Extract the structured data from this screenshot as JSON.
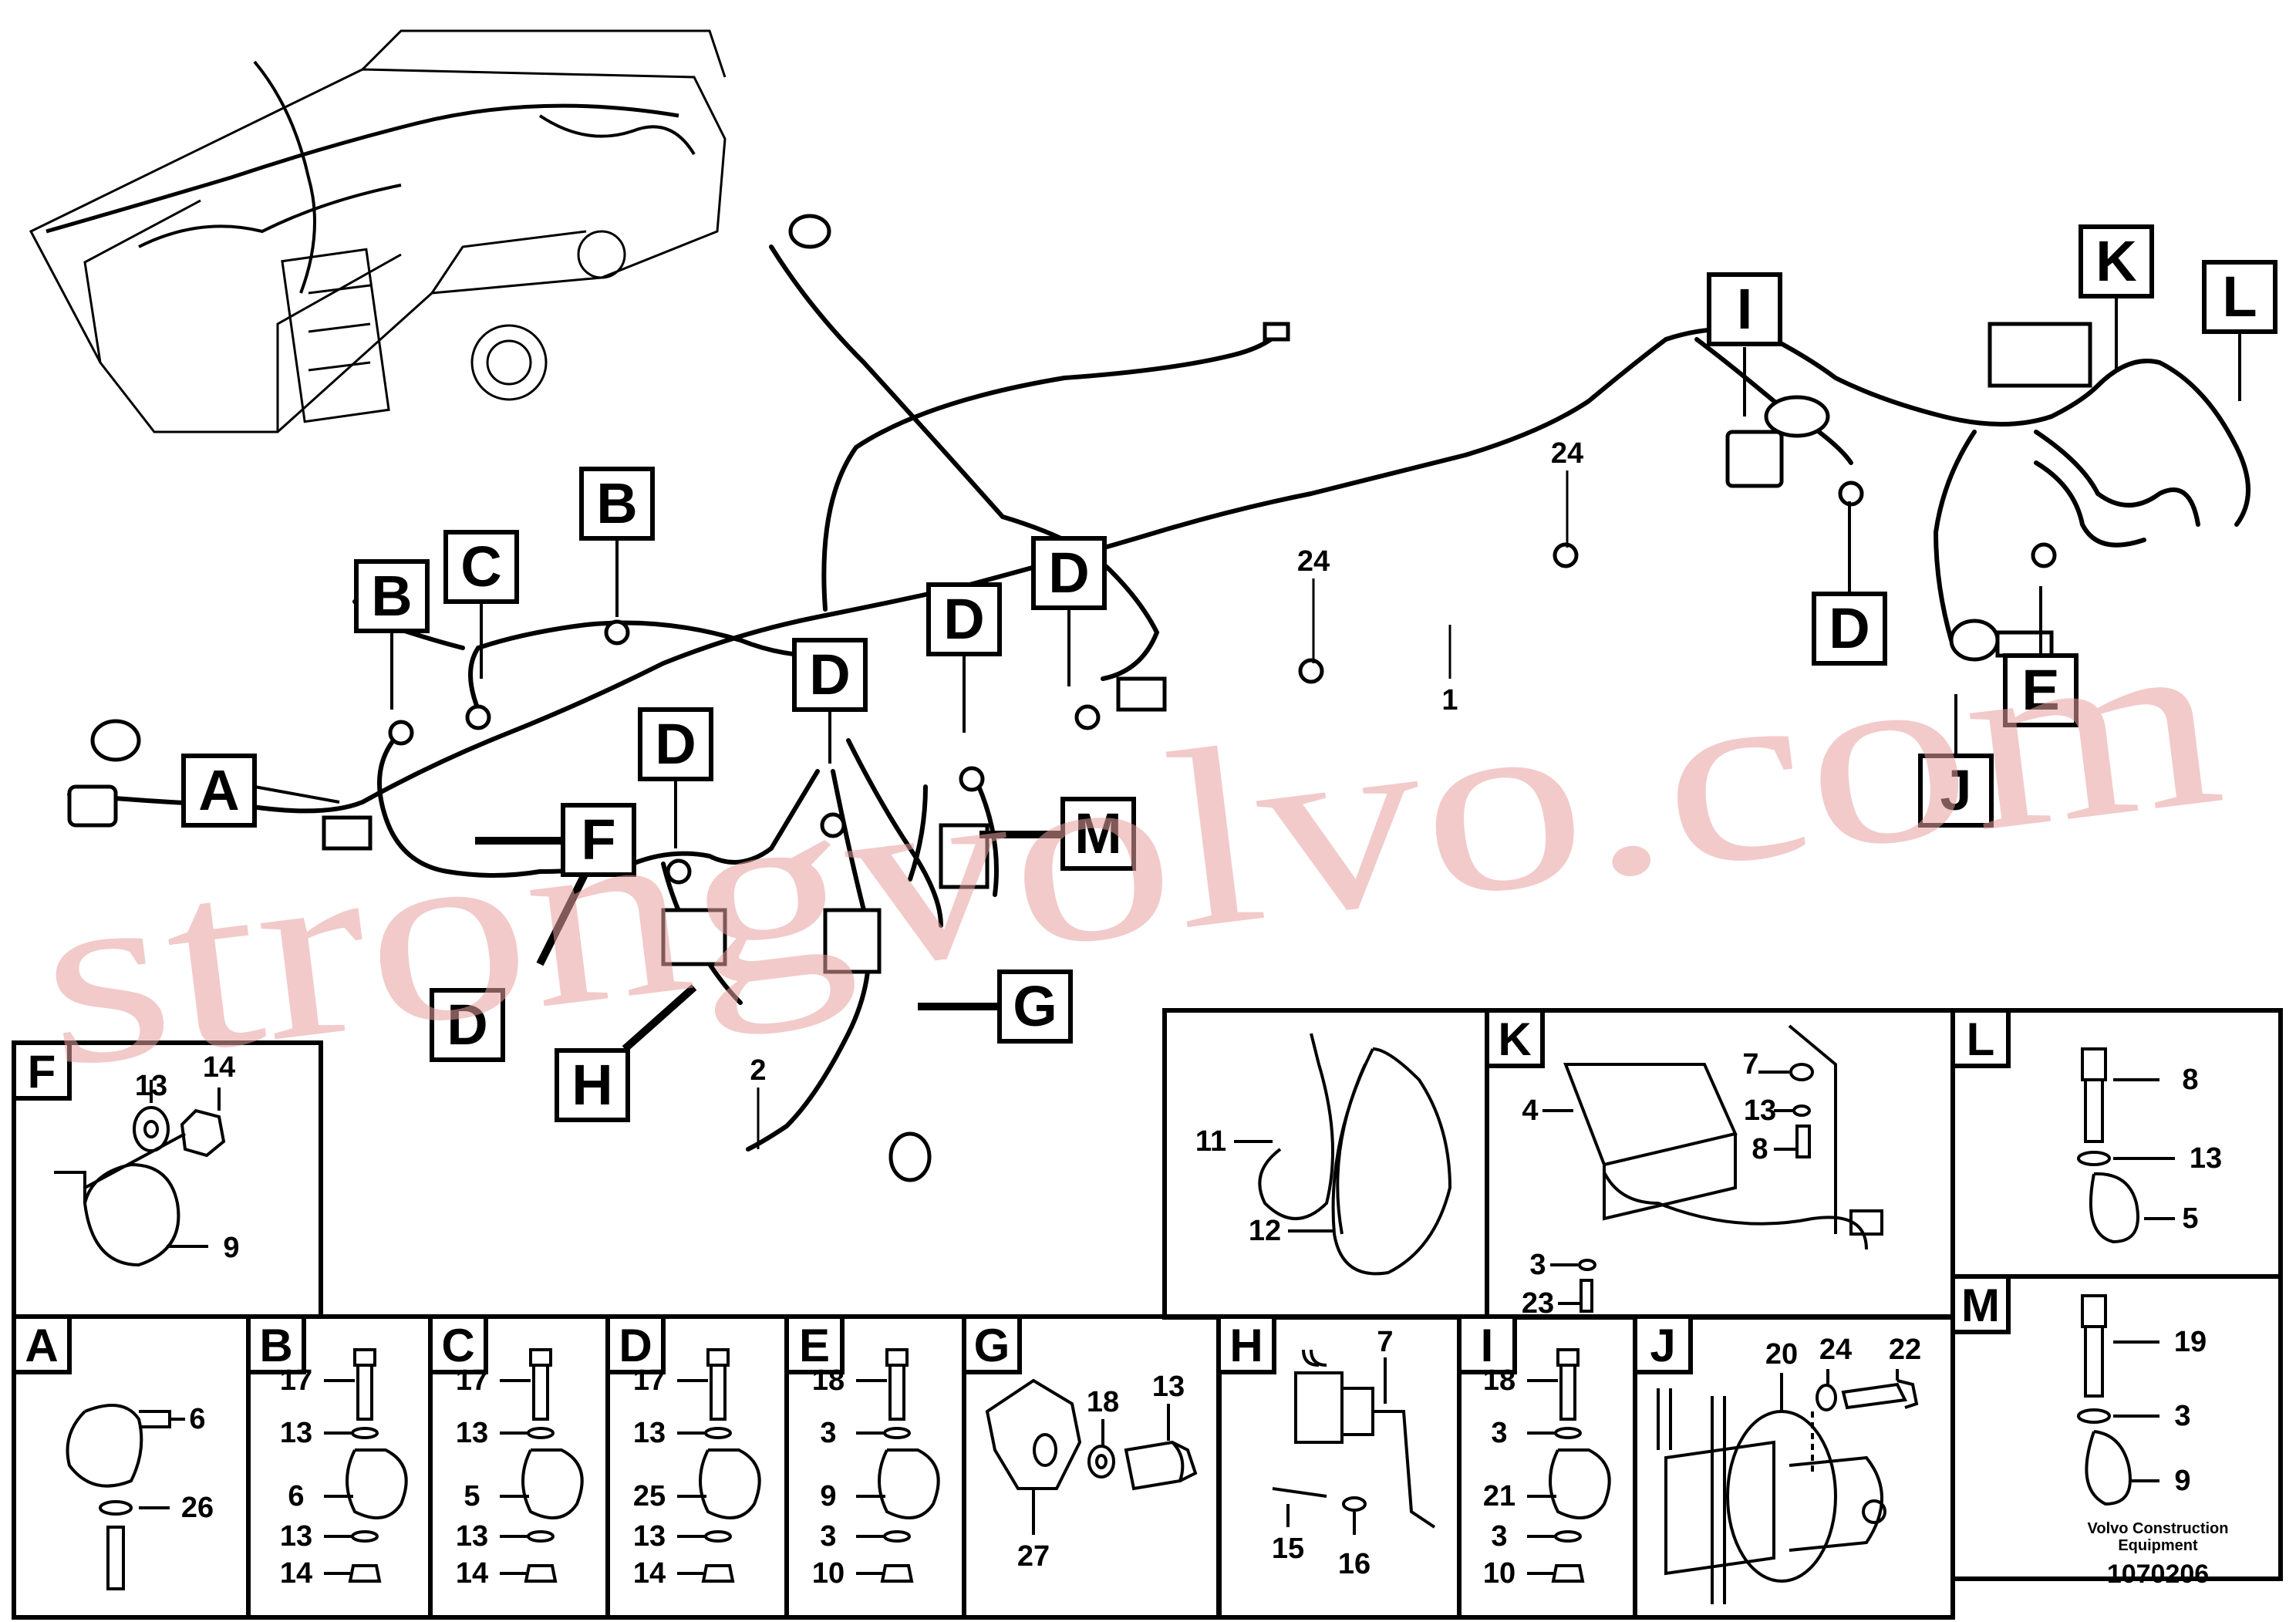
{
  "main": {
    "callouts": {
      "A": "A",
      "B1": "B",
      "B2": "B",
      "C": "C",
      "D1": "D",
      "D2": "D",
      "D3": "D",
      "D4": "D",
      "D5": "D",
      "D6": "D",
      "F": "F",
      "G": "G",
      "H": "H",
      "M": "M",
      "I": "I",
      "K": "K",
      "L": "L",
      "E": "E",
      "J": "J"
    },
    "numbers": {
      "n1": "1",
      "n2": "2",
      "n24a": "24",
      "n24b": "24"
    }
  },
  "panels": {
    "F": {
      "title": "F",
      "items": [
        "13",
        "14",
        "9"
      ]
    },
    "A": {
      "title": "A",
      "items": [
        "6",
        "26"
      ]
    },
    "B": {
      "title": "B",
      "items": [
        "17",
        "13",
        "6",
        "13",
        "14"
      ]
    },
    "C": {
      "title": "C",
      "items": [
        "17",
        "13",
        "5",
        "13",
        "14"
      ]
    },
    "D": {
      "title": "D",
      "items": [
        "17",
        "13",
        "25",
        "13",
        "14"
      ]
    },
    "E": {
      "title": "E",
      "items": [
        "18",
        "3",
        "9",
        "3",
        "10"
      ]
    },
    "G": {
      "title": "G",
      "items": [
        "18",
        "13",
        "27"
      ]
    },
    "H": {
      "title": "H",
      "items": [
        "7",
        "15",
        "16"
      ]
    },
    "I": {
      "title": "I",
      "items": [
        "18",
        "3",
        "21",
        "3",
        "10"
      ]
    },
    "J": {
      "title": "J",
      "items": [
        "20",
        "24",
        "22"
      ]
    },
    "ties": {
      "items": [
        "11",
        "12"
      ]
    },
    "K": {
      "title": "K",
      "items": [
        "7",
        "13",
        "8",
        "4",
        "3",
        "23"
      ]
    },
    "L": {
      "title": "L",
      "items": [
        "8",
        "13",
        "5"
      ]
    },
    "M": {
      "title": "M",
      "items": [
        "19",
        "3",
        "9"
      ]
    }
  },
  "watermark": "strongvolvo.com",
  "footer": {
    "line1": "Volvo Construction",
    "line2": "Equipment",
    "code": "1070206"
  }
}
